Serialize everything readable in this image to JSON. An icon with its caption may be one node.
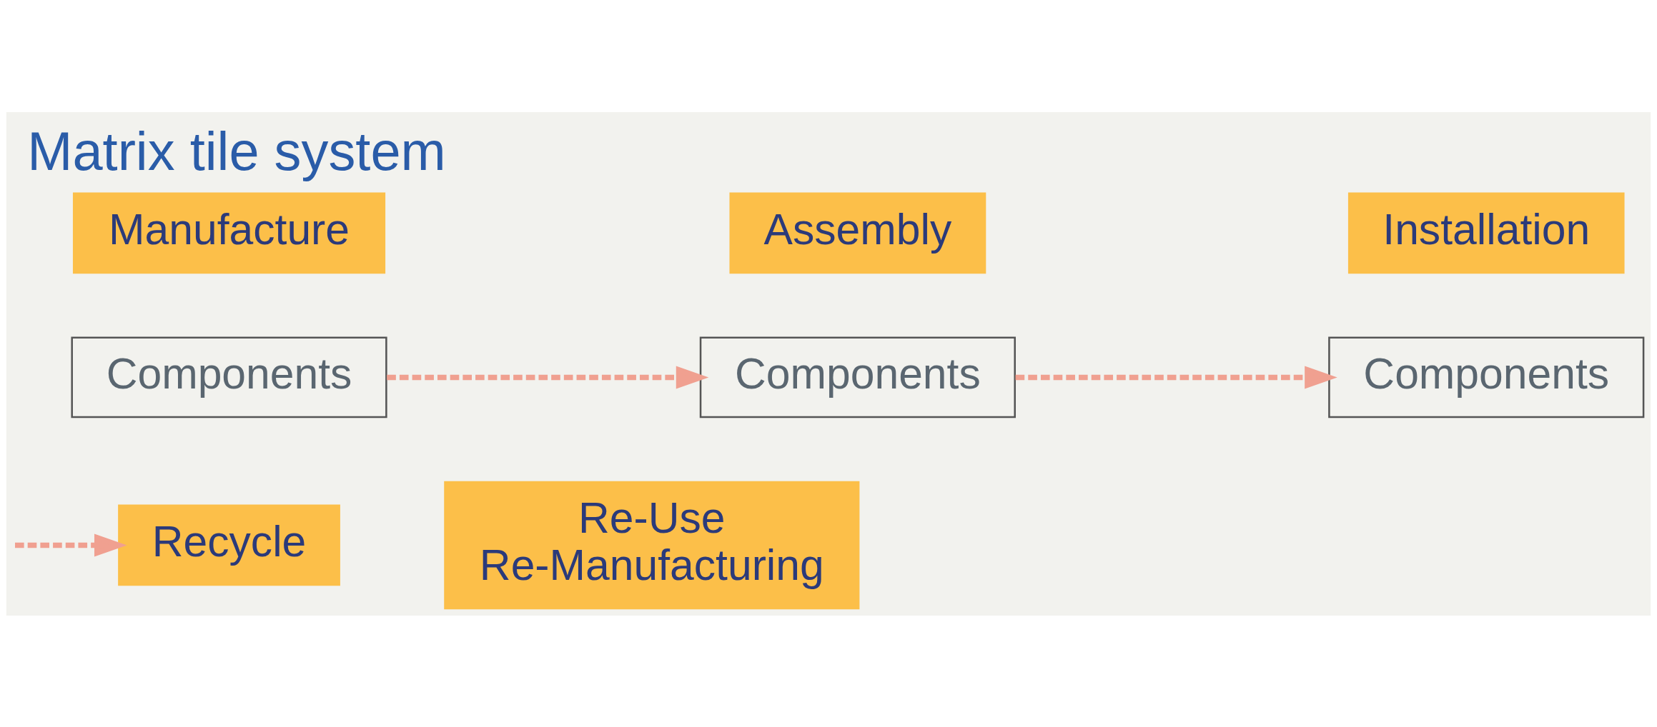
{
  "diagram": {
    "title": "Matrix tile system",
    "nodes": [
      {
        "text": [
          "Manufacture"
        ]
      },
      {
        "text": [
          "Components"
        ]
      },
      {
        "text": [
          "Assembly"
        ]
      },
      {
        "text": [
          "Components"
        ]
      },
      {
        "text": [
          "Installation"
        ]
      },
      {
        "text": [
          "Components"
        ]
      },
      {
        "text": [
          "Recycle"
        ]
      },
      {
        "text": [
          "Re-Use",
          "Re-Manufacturing"
        ]
      }
    ],
    "edges": [
      {
        "from": 1,
        "to": 3,
        "arrow": "to",
        "style": "dashed"
      },
      {
        "from": 3,
        "to": 5,
        "arrow": "to",
        "style": "dashed"
      },
      {
        "from": null,
        "to": 6,
        "arrow": "to",
        "style": "dashed"
      }
    ]
  }
}
